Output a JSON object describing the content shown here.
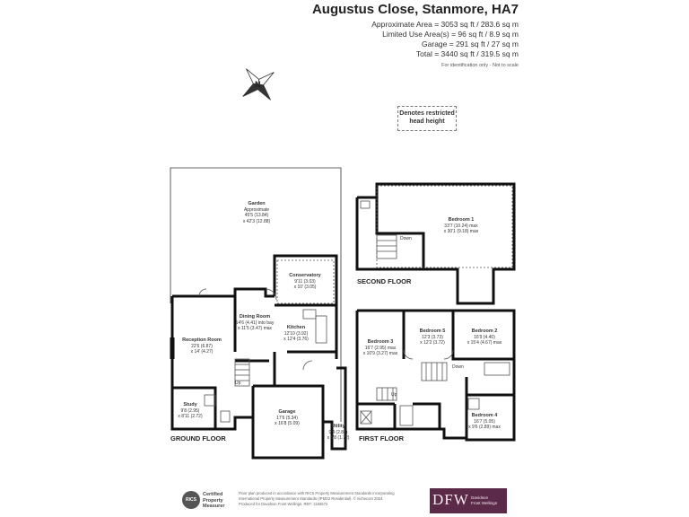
{
  "header": {
    "title": "Augustus Close, Stanmore, HA7",
    "area_lines": [
      "Approximate Area = 3053 sq ft / 283.6 sq m",
      "Limited Use Area(s) = 96 sq ft / 8.9 sq m",
      "Garage = 291 sq ft / 27 sq m",
      "Total = 3440 sq ft / 319.5 sq m"
    ],
    "note": "For identification only - Not to scale"
  },
  "compass": {
    "letter": "N"
  },
  "restricted_note": {
    "line1": "Denotes restricted",
    "line2": "head height"
  },
  "floors": {
    "ground": "GROUND FLOOR",
    "first": "FIRST FLOOR",
    "second": "SECOND FLOOR"
  },
  "rooms": {
    "garden": {
      "name": "Garden",
      "l1": "Approximate",
      "l2": "45'5 (13.84)",
      "l3": "x 42'3 (12.88)"
    },
    "conservatory": {
      "name": "Conservatory",
      "l1": "9'11 (3.03)",
      "l2": "x 10' (3.05)"
    },
    "dining": {
      "name": "Dining Room",
      "l1": "14'6 (4.41) into bay",
      "l2": "x 11'5 (3.47) max"
    },
    "reception": {
      "name": "Reception Room",
      "l1": "22'6 (6.87)",
      "l2": "x 14' (4.27)"
    },
    "kitchen": {
      "name": "Kitchen",
      "l1": "12'10 (3.92)",
      "l2": "x 12'4 (3.76)"
    },
    "study": {
      "name": "Study",
      "l1": "9'8 (2.95)",
      "l2": "x 8'11 (2.72)"
    },
    "garage": {
      "name": "Garage",
      "l1": "17'6 (5.34)",
      "l2": "x 16'8 (5.09)"
    },
    "utility": {
      "name": "Utility",
      "l1": "9'4 (2.84)",
      "l2": "x 5'8 (1.72)"
    },
    "bedroom1": {
      "name": "Bedroom 1",
      "l1": "33'7 (10.24) max",
      "l2": "x 30'1 (9.18) max"
    },
    "bedroom2": {
      "name": "Bedroom 2",
      "l1": "16'9 (4.40)",
      "l2": "x 15'4 (4.67) max"
    },
    "bedroom3": {
      "name": "Bedroom 3",
      "l1": "16'7 (2.95) max",
      "l2": "x 10'9 (3.27) max"
    },
    "bedroom4": {
      "name": "Bedroom 4",
      "l1": "16'7 (5.05)",
      "l2": "x 9'6 (2.89) max"
    },
    "bedroom5": {
      "name": "Bedroom 5",
      "l1": "12'3 (3.73)",
      "l2": "x 12'2 (3.72)"
    }
  },
  "stair_labels": {
    "ground_up": "Up",
    "first_up": "Up",
    "first_down": "Down",
    "second_down": "Down"
  },
  "footer": {
    "rics_logo": "RICS",
    "rics_line1": "Certified",
    "rics_line2": "Property",
    "rics_line3": "Measurer",
    "disclaimer_line1": "Floor plan produced in accordance with RICS Property Measurement Standards incorporating",
    "disclaimer_line2": "International Property Measurement Standards (IPMS2 Residential). © nichecom 2024.",
    "disclaimer_line3": "Produced for Davidson Frost Wellings. REF: 1183572",
    "dfw_mark": "DFW",
    "dfw_line1": "Davidson",
    "dfw_line2": "Frost Wellings"
  }
}
